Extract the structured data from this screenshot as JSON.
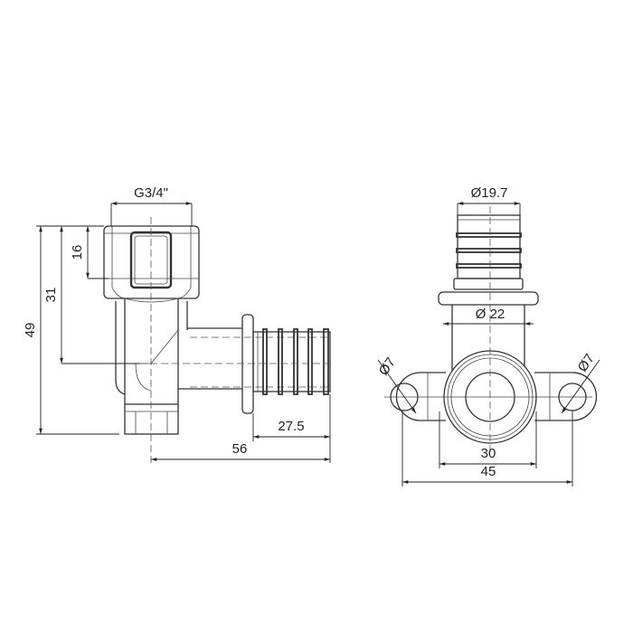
{
  "drawing": {
    "side_view": {
      "dimensions": {
        "thread": "G3/4\"",
        "overall_height": "49",
        "center_height": "31",
        "thread_depth": "16",
        "insert_length": "27.5",
        "overall_length": "56"
      }
    },
    "front_view": {
      "dimensions": {
        "insert_diameter": "Ø19.7",
        "body_diameter": "Ø 22",
        "hole_left": "Ø7",
        "hole_right": "Ø7",
        "hole_spacing_inner": "30",
        "hole_spacing_outer": "45"
      }
    },
    "line_color": "#333333"
  }
}
